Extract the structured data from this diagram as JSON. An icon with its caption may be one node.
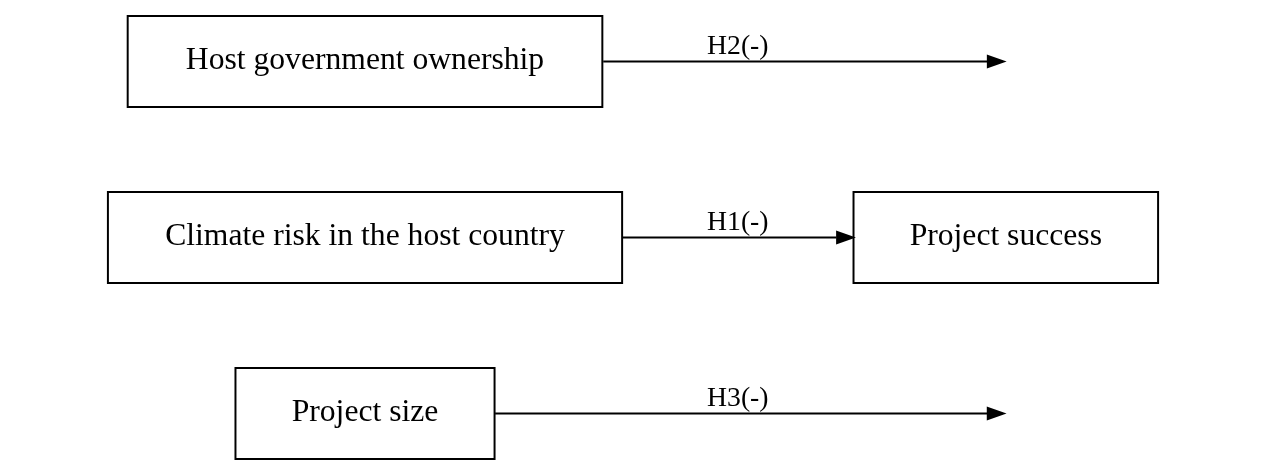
{
  "diagram": {
    "nodes": [
      {
        "text": [
          "Project size"
        ]
      },
      {
        "text": [
          "Climate risk in the host country"
        ]
      },
      {
        "text": [
          "Project success"
        ]
      },
      {
        "text": [
          "Host government ownership"
        ]
      }
    ],
    "edges": [
      {
        "from": 1,
        "to": 2,
        "arrow": "to",
        "label": "H1(-)"
      },
      {
        "from": 0,
        "to": null,
        "arrow": "to",
        "label": "H3(-)"
      },
      {
        "from": 3,
        "to": null,
        "arrow": "to",
        "label": "H2(-)"
      }
    ]
  }
}
